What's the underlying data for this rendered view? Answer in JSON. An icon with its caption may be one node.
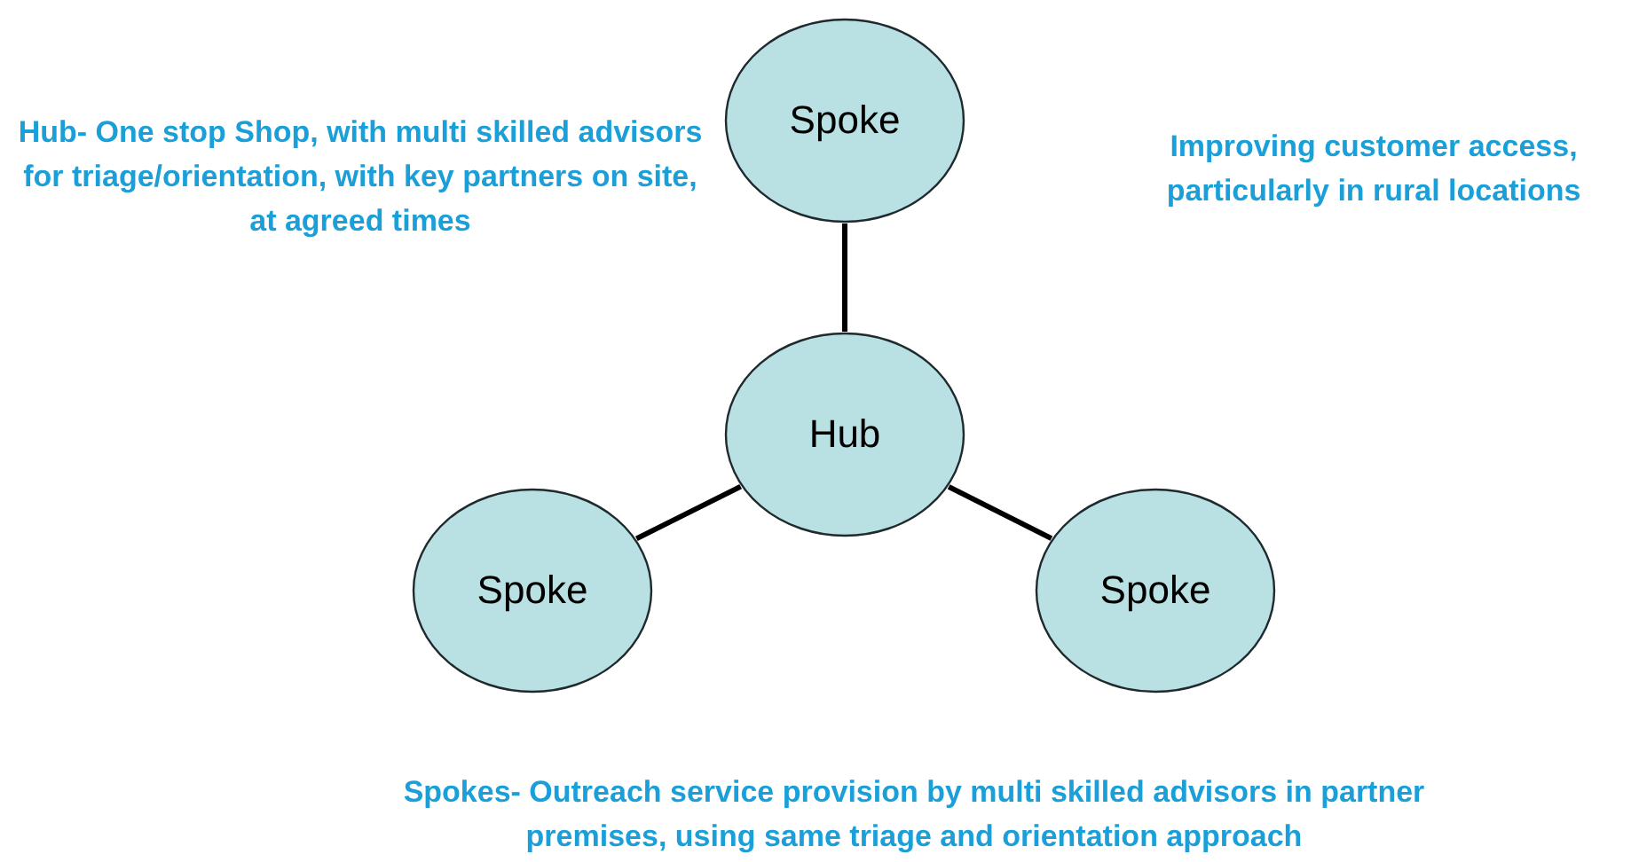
{
  "diagram": {
    "nodes": [
      {
        "text": [
          "Spoke"
        ]
      },
      {
        "text": [
          "Hub"
        ]
      },
      {
        "text": [
          "Spoke"
        ]
      },
      {
        "text": [
          "Spoke"
        ]
      }
    ],
    "edges": [
      {
        "from": 1,
        "to": 0,
        "arrow": "none"
      },
      {
        "from": 1,
        "to": 2,
        "arrow": "none"
      },
      {
        "from": 1,
        "to": 3,
        "arrow": "none"
      }
    ],
    "labels": [
      "Hub- One stop Shop, with multi skilled advisors for triage/orientation, with key partners on site, at agreed times",
      "Improving customer access, particularly in rural locations",
      "Spokes- Outreach service provision by multi skilled advisors in partner premises, using same triage and orientation approach"
    ]
  }
}
